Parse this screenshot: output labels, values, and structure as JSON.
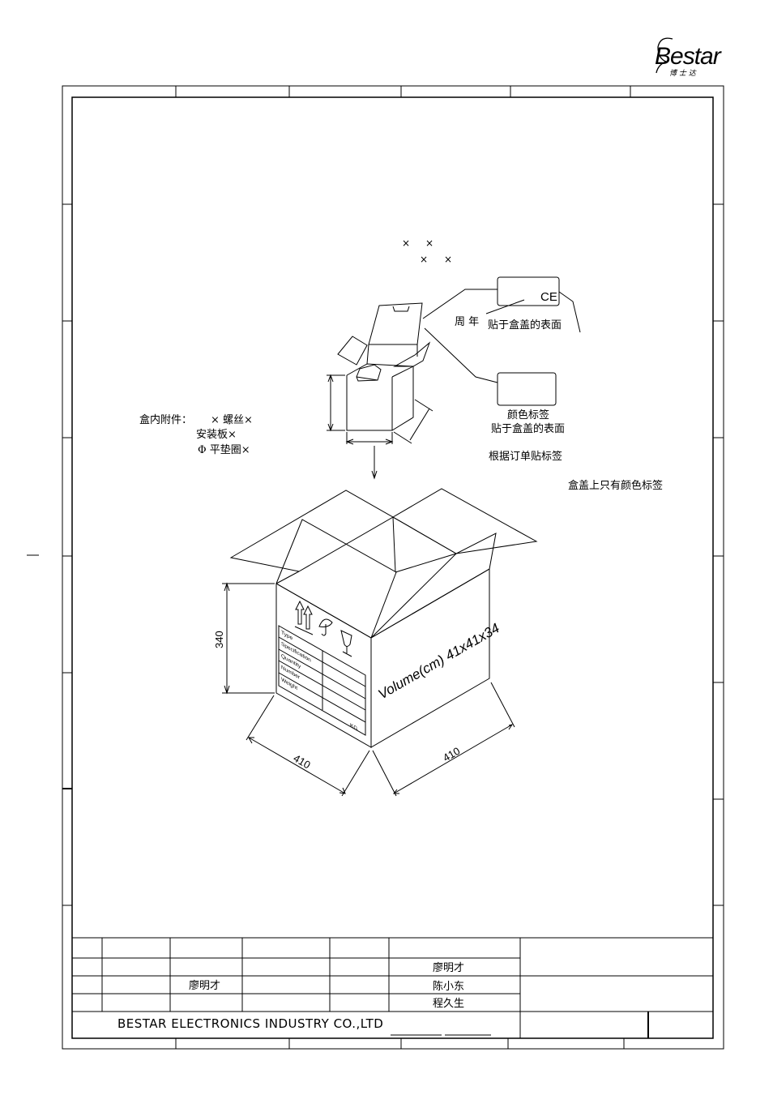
{
  "logo": {
    "brand": "Bestar",
    "sub": "博 士 达"
  },
  "title_block": {
    "company": "BESTAR ELECTRONICS INDUSTRY CO.,LTD",
    "names_left": [
      "廖明才"
    ],
    "names_right": [
      "廖明才",
      "陈小东",
      "程久生"
    ]
  },
  "annotations": {
    "x_marks": [
      "×",
      "×",
      "×",
      "×"
    ],
    "week_year": "周 年",
    "stick_lid_1": "贴于盒盖的表面",
    "color_label": "颜色标签",
    "stick_lid_2": "贴于盒盖的表面",
    "order_label": "根据订单贴标签",
    "lid_only_color": "盒盖上只有颜色标签",
    "ce_mark": "CE"
  },
  "accessories": {
    "heading": "盒内附件：",
    "items": [
      "× 螺丝×",
      "安装板×",
      "Φ 平垫圈×"
    ]
  },
  "carton": {
    "volume_text": "Volume(cm) 41x41x34",
    "height_dim": "340",
    "width_dim_left": "410",
    "width_dim_right": "410",
    "table_rows": [
      "Type",
      "Specification",
      "Quantity",
      "Number",
      "Weight"
    ],
    "weight_unit": "KG"
  }
}
